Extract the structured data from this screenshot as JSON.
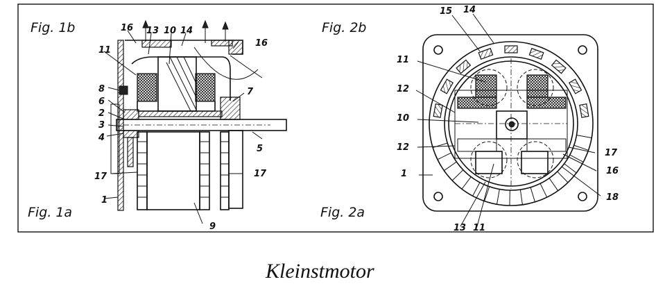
{
  "figure_labels": {
    "fig1b": "Fig. 1b",
    "fig1a": "Fig. 1a",
    "fig2b": "Fig. 2b",
    "fig2a": "Fig. 2a"
  },
  "left_callouts": [
    "16",
    "13",
    "10",
    "14",
    "16",
    "11",
    "8",
    "6",
    "2",
    "3",
    "4",
    "7",
    "5",
    "17",
    "17",
    "1",
    "9"
  ],
  "right_callouts": [
    "15",
    "14",
    "11",
    "12",
    "10",
    "12",
    "1",
    "17",
    "16",
    "18",
    "13",
    "11"
  ],
  "caption": "Kleinstmotor"
}
